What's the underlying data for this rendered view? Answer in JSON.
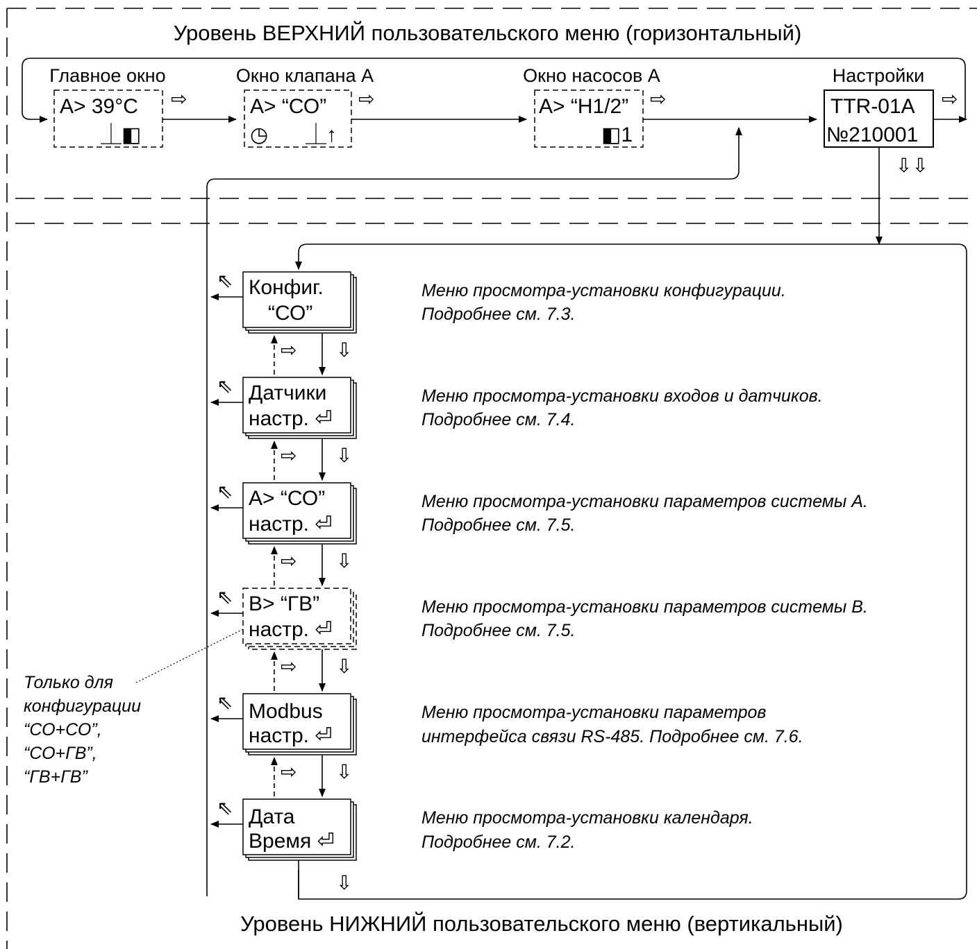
{
  "header": {
    "top_title": "Уровень ВЕРХНИЙ пользовательского меню (горизонтальный)",
    "bottom_title": "Уровень НИЖНИЙ пользовательского меню (вертикальный)"
  },
  "top_windows": [
    {
      "label": "Главное окно",
      "line1": "A>  39°C",
      "line2": "⏊◧",
      "style": "dashed"
    },
    {
      "label": "Окно клапана А",
      "line1": "A>  “СО”",
      "line2_left": "◷",
      "line2_right": "⏊↑",
      "style": "dashed"
    },
    {
      "label": "Окно насосов А",
      "line1": "A> “H1/2”",
      "line2": "◧1",
      "style": "dashed"
    },
    {
      "label": "Настройки",
      "line1": "TTR-01A",
      "line2": "№210001",
      "style": "solid"
    }
  ],
  "menu_items": [
    {
      "line1": "Конфиг.",
      "line2": "“СО”",
      "desc1": "Меню просмотра-установки конфигурации.",
      "desc2": "Подробнее см. 7.3.",
      "style": "solid"
    },
    {
      "line1": "Датчики",
      "line2": "настр.  ⏎",
      "desc1": "Меню просмотра-установки входов и датчиков.",
      "desc2": "Подробнее см. 7.4.",
      "style": "solid"
    },
    {
      "line1": "A>  “СО”",
      "line2": "настр.  ⏎",
      "desc1": "Меню просмотра-установки параметров системы А.",
      "desc2": "Подробнее см. 7.5.",
      "style": "solid"
    },
    {
      "line1": "B>  “ГВ”",
      "line2": "настр.  ⏎",
      "desc1": "Меню просмотра-установки параметров системы В.",
      "desc2": "Подробнее см. 7.5.",
      "style": "dashed"
    },
    {
      "line1": "Modbus",
      "line2": "настр.  ⏎",
      "desc1": "Меню просмотра-установки параметров",
      "desc2": "интерфейса связи RS-485.  Подробнее см. 7.6.",
      "style": "solid"
    },
    {
      "line1": "Дата",
      "line2": "Время  ⏎",
      "desc1": "Меню просмотра-установки календаря.",
      "desc2": "Подробнее см. 7.2.",
      "style": "solid"
    }
  ],
  "side_note": {
    "lines": [
      "Только для",
      "конфигурации",
      "“СО+СО”,",
      "“СО+ГВ”,",
      "“ГВ+ГВ”"
    ]
  },
  "arrows": {
    "right": "⇨",
    "down": "⇩",
    "double_down": "⇩⇩",
    "diag": "⇖"
  }
}
